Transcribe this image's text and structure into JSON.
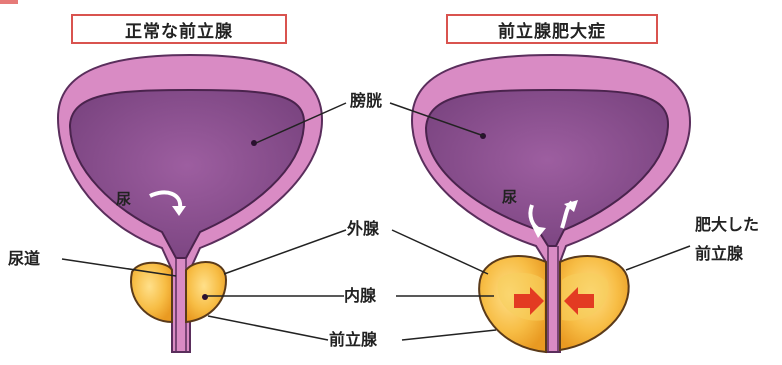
{
  "titles": {
    "normal": "正常な前立腺",
    "bph": "前立腺肥大症"
  },
  "labels": {
    "bladder": "膀胱",
    "urine": "尿",
    "urethra": "尿道",
    "outer_gland": "外腺",
    "inner_gland": "内腺",
    "prostate": "前立腺",
    "enlarged_prostate_line1": "肥大した",
    "enlarged_prostate_line2": "前立腺"
  },
  "colors": {
    "title_border": "#d9534f",
    "bladder_wall": "#d98bc4",
    "bladder_inner": "#8a4f8f",
    "prostate": "#f5b63c",
    "arrow_red": "#e33b22",
    "pointer_line": "#222222"
  }
}
